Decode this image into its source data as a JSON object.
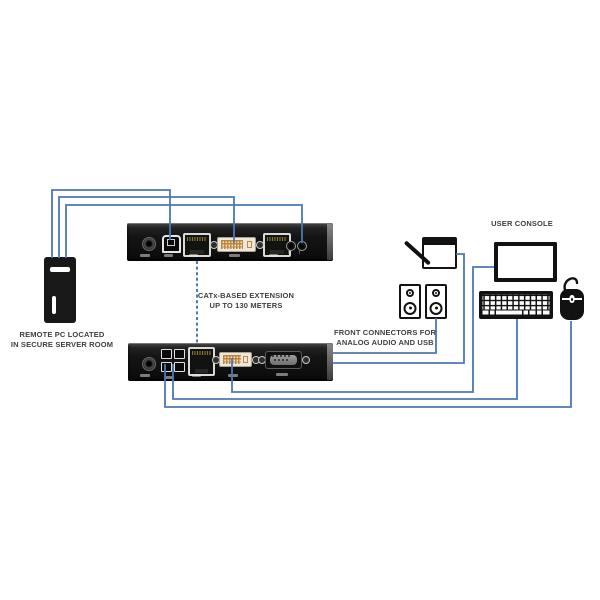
{
  "colors": {
    "background": "#ffffff",
    "cable_line": "#4c77b5",
    "device_black": "#121212",
    "dvi_connector": "#ece7d9",
    "label_text": "#3f3f3f"
  },
  "labels": {
    "remote_pc_line1": "REMOTE PC LOCATED",
    "remote_pc_line2": "IN SECURE SERVER ROOM",
    "extension_line1": "CATx-BASED EXTENSION",
    "extension_line2": "UP TO 130 METERS",
    "front_connectors_line1": "FRONT CONNECTORS FOR",
    "front_connectors_line2": "ANALOG AUDIO AND USB",
    "user_console": "USER CONSOLE"
  },
  "devices": {
    "remote_pc": {
      "icon": "tower-pc-icon"
    },
    "transmitter_unit": {
      "icon": "kvm-extender-transmitter",
      "ports": [
        "power-jack",
        "usb-b-port",
        "rj45-catx-port",
        "dvi-port",
        "rj45-port",
        "audio-jack",
        "audio-jack"
      ]
    },
    "receiver_unit": {
      "icon": "kvm-extender-receiver",
      "ports": [
        "power-jack",
        "usb-a-quad-port",
        "rj45-catx-port",
        "dvi-port",
        "serial-db9-port"
      ]
    },
    "user_console": {
      "icons": [
        "graphics-tablet-icon",
        "speaker-icon",
        "speaker-icon",
        "monitor-icon",
        "keyboard-icon",
        "mouse-icon"
      ]
    }
  },
  "connections": [
    {
      "id": "pc-to-transmitter-usb",
      "type": "usb"
    },
    {
      "id": "pc-to-transmitter-dvi",
      "type": "video"
    },
    {
      "id": "pc-to-transmitter-audio",
      "type": "audio"
    },
    {
      "id": "transmitter-to-receiver-catx",
      "type": "catx",
      "style": "dashed"
    },
    {
      "id": "receiver-front-audio-to-speakers",
      "type": "audio"
    },
    {
      "id": "receiver-front-usb-to-tablet",
      "type": "usb"
    },
    {
      "id": "receiver-dvi-to-monitor",
      "type": "video"
    },
    {
      "id": "receiver-usb-to-keyboard",
      "type": "usb"
    },
    {
      "id": "receiver-usb-to-mouse",
      "type": "usb"
    }
  ]
}
